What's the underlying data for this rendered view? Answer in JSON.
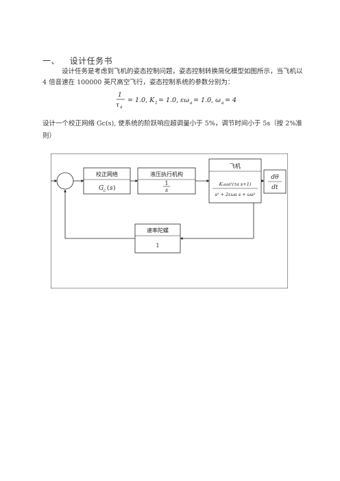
{
  "section": {
    "number": "一、",
    "title": "设计任务书"
  },
  "paragraph": "设计任务是考虑到飞机的姿态控制问题，姿态控制转换简化模型如图所示，当飞机以 4 倍音速在 100000 英尺高空飞行，姿态控制系统的参数分别为：",
  "parameters": {
    "tau_label": "1/τa",
    "tau_value": "= 1.0,",
    "k1": "K₁ = 1.0,",
    "eps_omega": "εωa = 1.0,",
    "omega": "ωa = 4"
  },
  "requirement": "设计一个校正网络 Gc(s), 使系统的阶跃响应超调量小于 5%，调节时间小于 5s（按 2%准则）",
  "diagram": {
    "block_correction": {
      "title": "校正网络",
      "expr": "Gc(s)"
    },
    "block_actuator": {
      "title": "液压执行机构",
      "num": "1",
      "den": "s"
    },
    "block_plane": {
      "title": "飞机",
      "num": "K₁ωa²(τa s+1)",
      "den": "s² + 2εωa s + ωa²"
    },
    "block_derivative": {
      "num": "dθ",
      "den": "dt"
    },
    "block_gyro": {
      "title": "速率陀螺",
      "gain": "1"
    }
  }
}
